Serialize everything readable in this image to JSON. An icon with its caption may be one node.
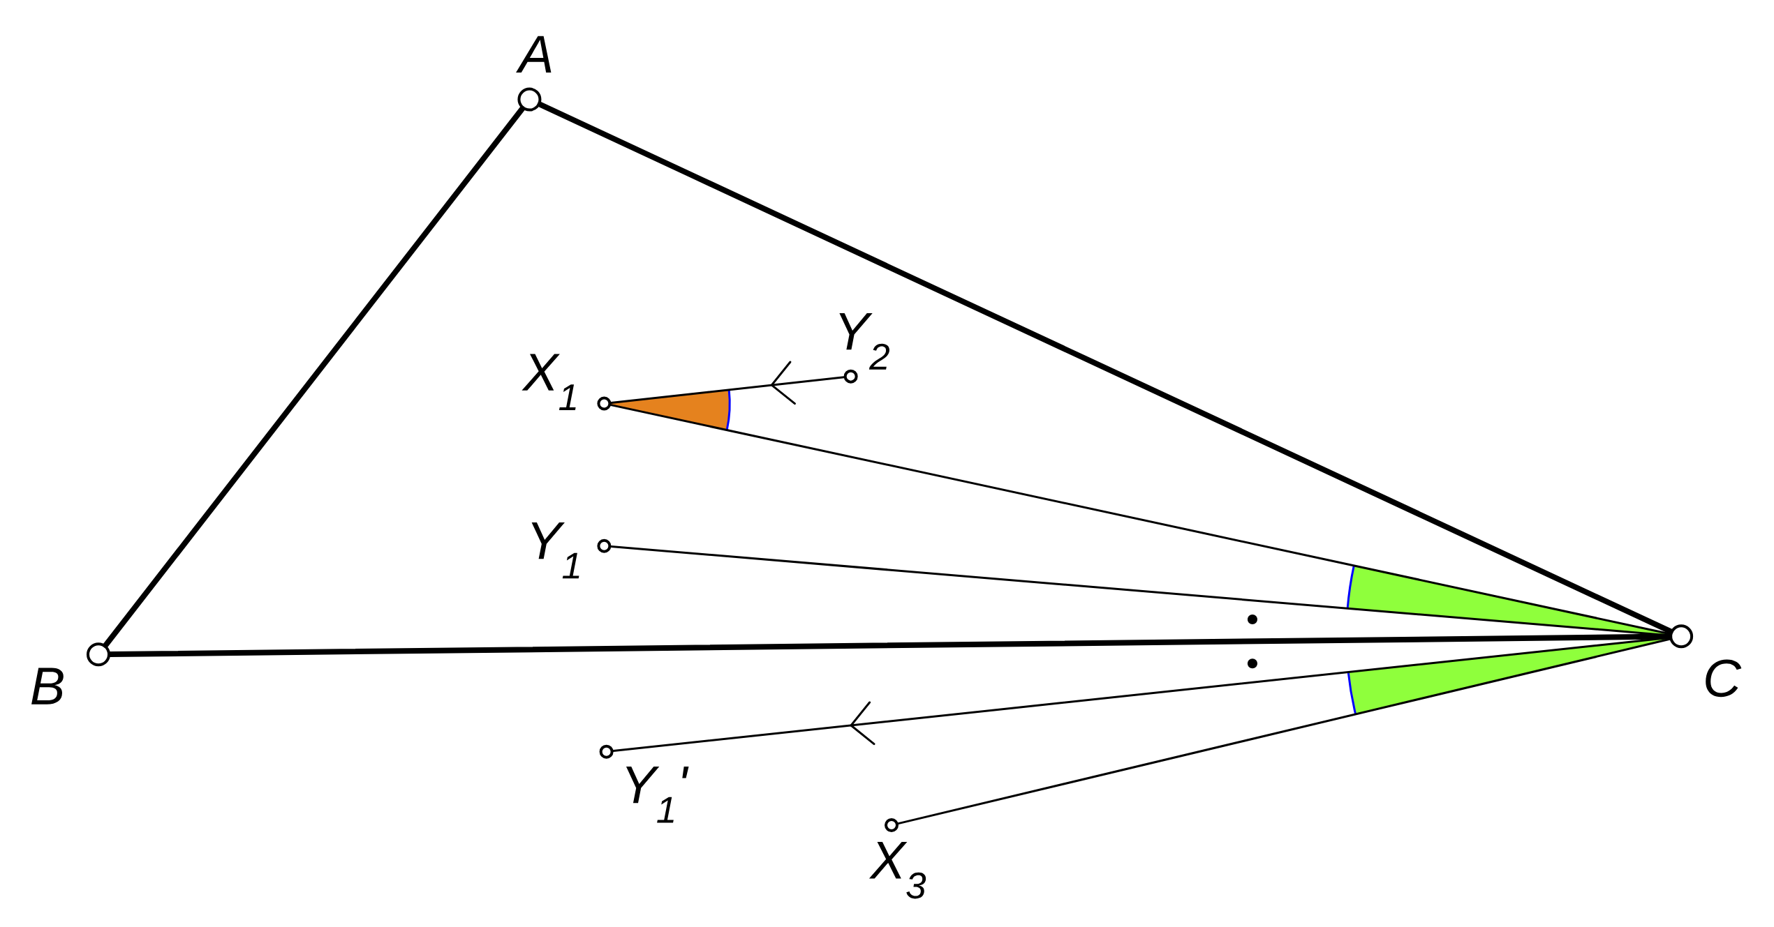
{
  "diagram": {
    "nodes": [
      {
        "text": [],
        "shape": "circle",
        "beside": [
          "A"
        ]
      },
      {
        "text": [],
        "shape": "circle",
        "beside": [
          "B"
        ]
      },
      {
        "text": [],
        "shape": "circle",
        "beside": [
          "C"
        ]
      },
      {
        "text": [],
        "shape": "circle",
        "beside": [
          "X$_{1}$"
        ]
      },
      {
        "text": [],
        "shape": "circle",
        "beside": [
          "Y$_{2}$"
        ]
      },
      {
        "text": [],
        "shape": "circle",
        "beside": [
          "Y$_{1}$"
        ]
      },
      {
        "text": [],
        "shape": "circle",
        "beside": [
          "Y$_{1}$'"
        ]
      },
      {
        "text": [],
        "shape": "circle",
        "beside": [
          "X$_{3}$"
        ]
      }
    ],
    "edges": [
      {
        "from": 0,
        "to": 1,
        "arrow": "none",
        "style": "thick"
      },
      {
        "from": 0,
        "to": 2,
        "arrow": "none",
        "style": "thick"
      },
      {
        "from": 1,
        "to": 2,
        "arrow": "none",
        "style": "thick"
      },
      {
        "from": 4,
        "to": 3,
        "arrow": "to"
      },
      {
        "from": 3,
        "to": 2,
        "arrow": "none"
      },
      {
        "from": 5,
        "to": 2,
        "arrow": "none"
      },
      {
        "from": 2,
        "to": 6,
        "arrow": "to"
      },
      {
        "from": 7,
        "to": 2,
        "arrow": "none"
      }
    ]
  }
}
